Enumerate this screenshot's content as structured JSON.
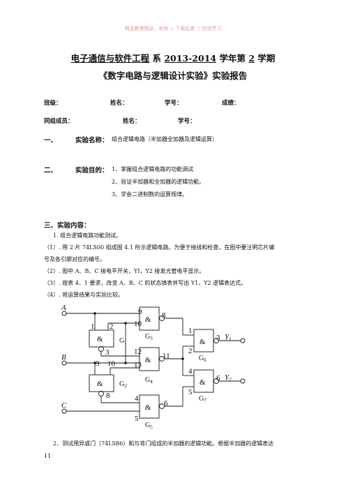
{
  "watermark": "精品教育精品，如有 ◇ 下载后查 ◇ 仅用学习",
  "header": {
    "dept": "电子通信与软件工程",
    "dept_suffix": " 系 ",
    "year": "2013-2014",
    "year_suffix": " 学年第 ",
    "term": "2",
    "term_suffix": " 学期",
    "report_title": "《数字电路与逻辑设计实验》实验报告"
  },
  "info_row1": [
    "班级：",
    "姓名：",
    "学号：",
    "成绩："
  ],
  "info_row2": [
    "同组成员：",
    "姓名：",
    "学号："
  ],
  "section1": {
    "num": "一、",
    "label": "实验名称：",
    "text": "组合逻辑电路（半加器全加器及逻辑运算）"
  },
  "section2": {
    "num": "二、",
    "label": "实验目的：",
    "items": [
      "1、掌握组合逻辑电路的功能调试",
      "2、验证半加器和全加器的逻辑功能。",
      "3、学会二进制数的运算规律。"
    ]
  },
  "section3": {
    "label": "三、实验内容：",
    "lines": [
      "1. 组合逻辑电路功能测试。",
      "（1）. 用 2 片 74LS00 组成图 4.1 所示逻辑电路。为便于接线和检查，在图中要注明芯片编",
      "号及各引脚对应的编号。",
      "（2）. 图中 A、B、C 接电平开关，YI，Y2 接发光管电平显示。",
      "（3）. 按表 4．1 要求，改变 A、B、C 的状态填表并写出 Y1，Y2 逻辑表达式。",
      "（4）. 将运算结果与实验比较。"
    ]
  },
  "circuit": {
    "inputs": [
      "A",
      "B",
      "C"
    ],
    "gate_symbol": "&",
    "gate_labels": [
      "G",
      "G",
      "G",
      "G",
      "G",
      "G",
      "G"
    ],
    "gate_subs": [
      "1",
      "2",
      "3",
      "4",
      "5",
      "6",
      "7"
    ],
    "pins": [
      "1",
      "2",
      "3",
      "9",
      "10",
      "8",
      "12",
      "13",
      "11",
      "9",
      "10",
      "8",
      "4",
      "5",
      "6",
      "1",
      "2",
      "3",
      "4",
      "5",
      "6"
    ],
    "outputs": [
      "Y",
      "Y"
    ],
    "output_subs": [
      "1",
      "2"
    ]
  },
  "footer_text": "2．测试用异或门（74LS86）和与非门组成的半加器的逻辑功能。根据半加器的逻辑表达",
  "page_number": "11"
}
